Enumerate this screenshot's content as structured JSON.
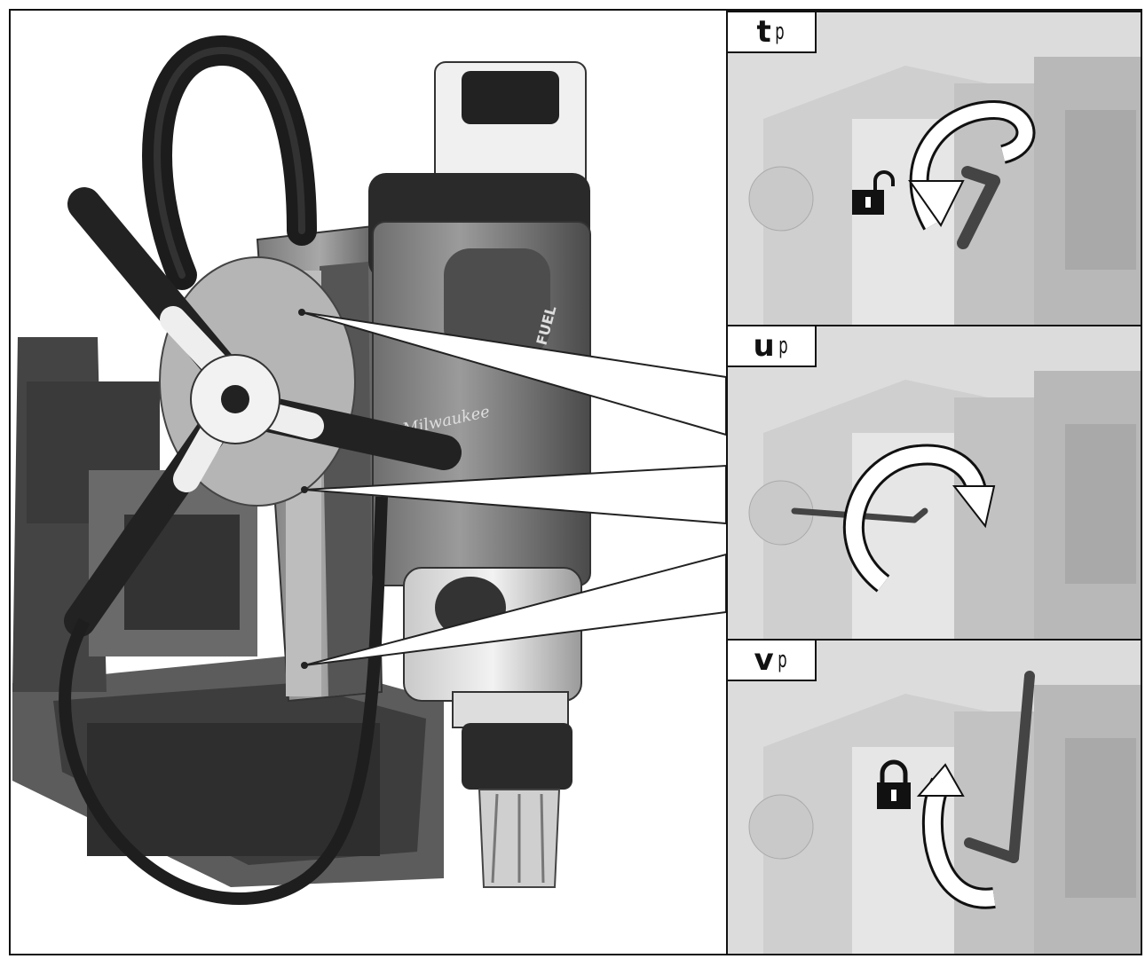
{
  "panels": [
    {
      "letter": "t",
      "suffix": "p",
      "state": "unlocked",
      "lock_icon": "unlocked-padlock-icon",
      "arrow": "counterclockwise-arrow-icon"
    },
    {
      "letter": "u",
      "suffix": "p",
      "state": "adjust",
      "arrow": "rotate-arrow-icon"
    },
    {
      "letter": "v",
      "suffix": "p",
      "state": "locked",
      "lock_icon": "locked-padlock-icon",
      "arrow": "clockwise-arrow-icon"
    }
  ],
  "brand_text": "Milwaukee",
  "badge_text": "FUEL"
}
